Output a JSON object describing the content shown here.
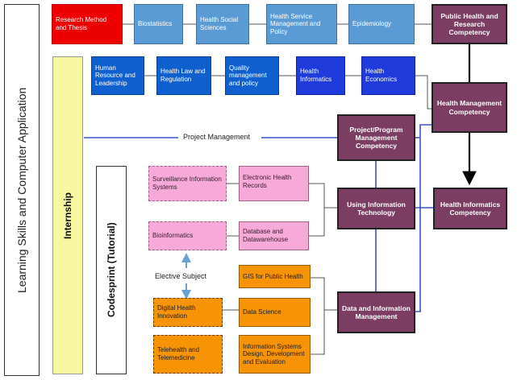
{
  "side": {
    "learning": "Learning Skills and Computer Application",
    "internship": "Internship",
    "codesprint": "Codesprint (Tutorial)"
  },
  "row1": {
    "research": "Research Method and Thesis",
    "biostatistics": "Biostatistics",
    "social": "Health Social Sciences",
    "service": "Health Service Management and Policy",
    "epidemiology": "Epidemiology"
  },
  "row2": {
    "hr": "Human Resource and Leadership",
    "law": "Health Law and Regulation",
    "quality": "Quality management and policy",
    "informatics": "Health Informatics",
    "economics": "Health Economics"
  },
  "competencies": {
    "public_health": "Public Health and Research Competency",
    "health_management": "Health Management Competency",
    "project_program": "Project/Program Management Competency",
    "health_informatics": "Health Informatics Competency",
    "using_it": "Using Information Technology",
    "data_info": "Data and Information Management"
  },
  "tutorial": {
    "surveillance": "Surveillance Information Systems",
    "ehr": "Electronic Health Records",
    "bioinformatics": "Bioinformatics",
    "database": "Database and Datawarehouse",
    "gis": "GIS for Public Health",
    "digital_health": "Digital Health Innovation",
    "data_science": "Data Science",
    "telehealth": "Telehealth and Telemedicine",
    "infosys": "Information Systems Design, Development and Evaluation"
  },
  "labels": {
    "project_management": "Project Management",
    "elective": "Elective Subject"
  },
  "colors": {
    "red": "#ee0000",
    "light_blue": "#5b9bd5",
    "dark_blue": "#0f5fcf",
    "bright_blue": "#1f3bdc",
    "plum": "#7b3d62",
    "pink": "#f7a9d9",
    "orange": "#f79406",
    "yellow": "#f7f7a1"
  }
}
